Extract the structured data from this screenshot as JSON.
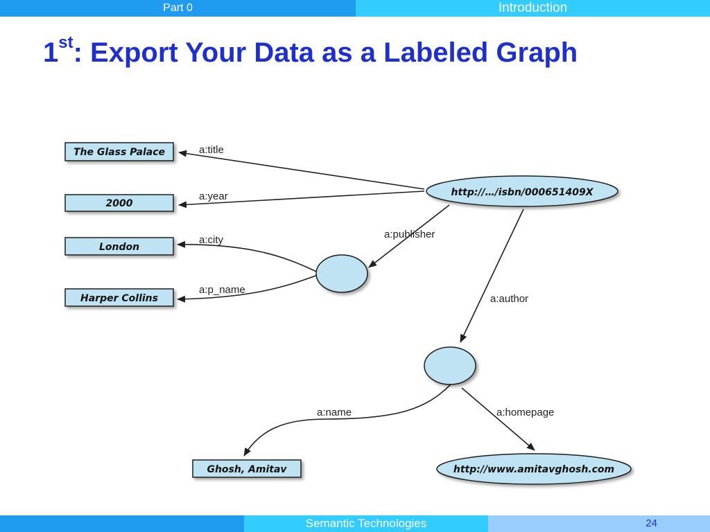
{
  "header": {
    "part": "Part 0",
    "section": "Introduction"
  },
  "slide": {
    "title_number": "1",
    "title_suffix": "st",
    "title_rest": ": Export Your Data as a Labeled Graph"
  },
  "diagram": {
    "literals": {
      "glass_palace": "The Glass Palace",
      "year": "2000",
      "london": "London",
      "harper": "Harper Collins",
      "ghosh": "Ghosh, Amitav"
    },
    "resources": {
      "isbn": "http://…/isbn/000651409X",
      "homepage_url": "http://www.amitavghosh.com"
    },
    "edges": {
      "title": "a:title",
      "year": "a:year",
      "city": "a:city",
      "p_name": "a:p_name",
      "publisher": "a:publisher",
      "author": "a:author",
      "name": "a:name",
      "homepage": "a:homepage"
    }
  },
  "colors": {
    "node_fill": "#bfe3f2",
    "outline": "#1f1f1f",
    "title": "#1f2fcc"
  },
  "footer": {
    "course": "Semantic Technologies",
    "page": "24"
  }
}
